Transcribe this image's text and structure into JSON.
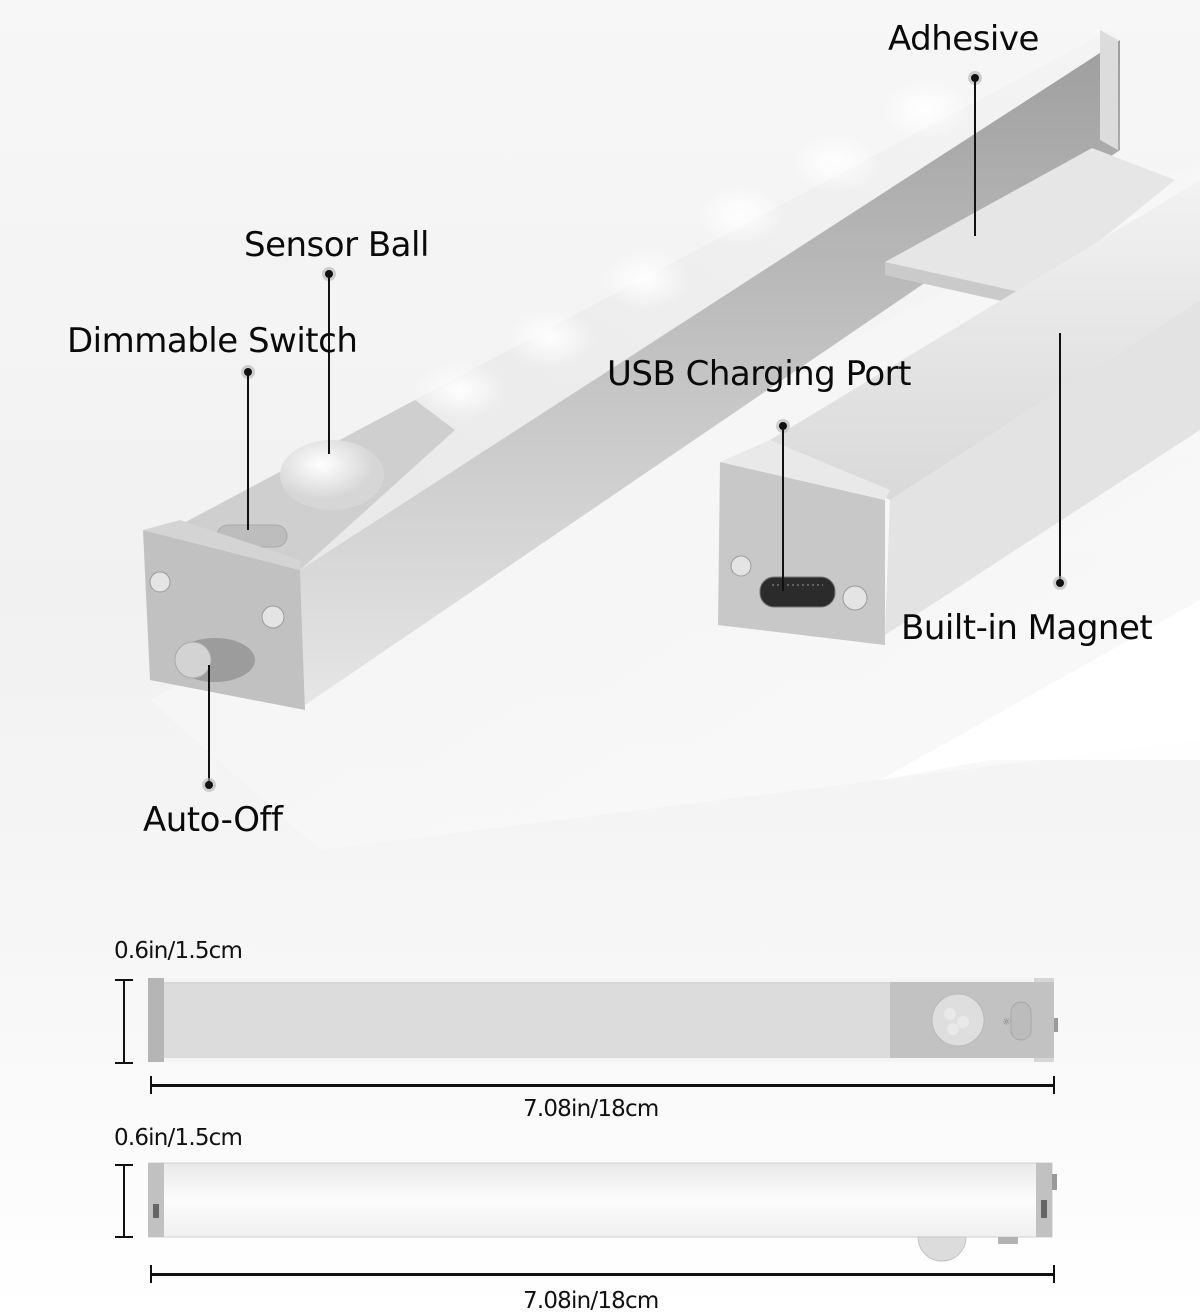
{
  "callouts": {
    "adhesive": "Adhesive",
    "sensor_ball": "Sensor Ball",
    "dimmable_switch": "Dimmable Switch",
    "usb_charging_port": "USB Charging Port",
    "built_in_magnet": "Built-in Magnet",
    "auto_off": "Auto-Off"
  },
  "dimensions": {
    "top_view": {
      "height_label": "0.6in/1.5cm",
      "length_label": "7.08in/18cm"
    },
    "side_view": {
      "height_label": "0.6in/1.5cm",
      "length_label": "7.08in/18cm"
    }
  },
  "colors": {
    "background": "#f4f4f4",
    "aluminum": "#c9c9c9",
    "endcap": "#b5b5b5",
    "diffuser": "#fafafa",
    "text": "#111111"
  }
}
